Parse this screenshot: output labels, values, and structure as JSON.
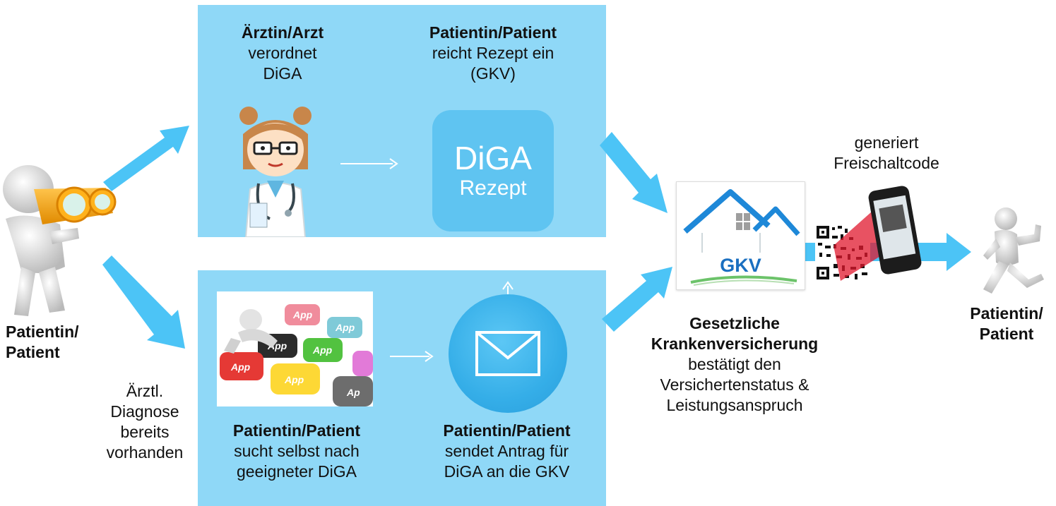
{
  "colors": {
    "panel": "#8fd8f7",
    "arrow": "#4cc4f6",
    "diga_button": "#5fc4f1",
    "gkv_text": "#1a6fc0"
  },
  "icons": [
    "patient-binoculars-icon",
    "doctor-illustration",
    "diga-app-photo",
    "mail-icon",
    "gkv-house-logo",
    "qr-code-icon",
    "smartphone-icon",
    "patient-running-icon"
  ],
  "left_patient": {
    "line1": "Patientin/",
    "line2": "Patient"
  },
  "diagnosis_note": {
    "line1": "Ärztl.",
    "line2": "Diagnose",
    "line3": "bereits",
    "line4": "vorhanden"
  },
  "top_panel": {
    "doctor": {
      "title": "Ärztin/Arzt",
      "line1": "verordnet",
      "line2": "DiGA"
    },
    "patient": {
      "title": "Patientin/Patient",
      "line1": "reicht Rezept ein",
      "line2": "(GKV)"
    },
    "prescription": {
      "line1": "DiGA",
      "line2": "Rezept"
    }
  },
  "bottom_panel": {
    "search": {
      "title": "Patientin/Patient",
      "line1": "sucht selbst nach",
      "line2": "geeigneter DiGA"
    },
    "apply": {
      "title": "Patientin/Patient",
      "line1": "sendet Antrag für",
      "line2": "DiGA an die GKV"
    },
    "app_keys": [
      "App",
      "App",
      "App",
      "App",
      "App",
      "App",
      "Ap"
    ]
  },
  "gkv": {
    "logo_text": "GKV",
    "title": "Gesetzliche",
    "title2": "Krankenversicherung",
    "line1": "bestätigt den",
    "line2": "Versichertenstatus &",
    "line3": "Leistungsanspruch"
  },
  "code_step": {
    "line1": "generiert",
    "line2": "Freischaltcode"
  },
  "right_patient": {
    "line1": "Patientin/",
    "line2": "Patient"
  }
}
